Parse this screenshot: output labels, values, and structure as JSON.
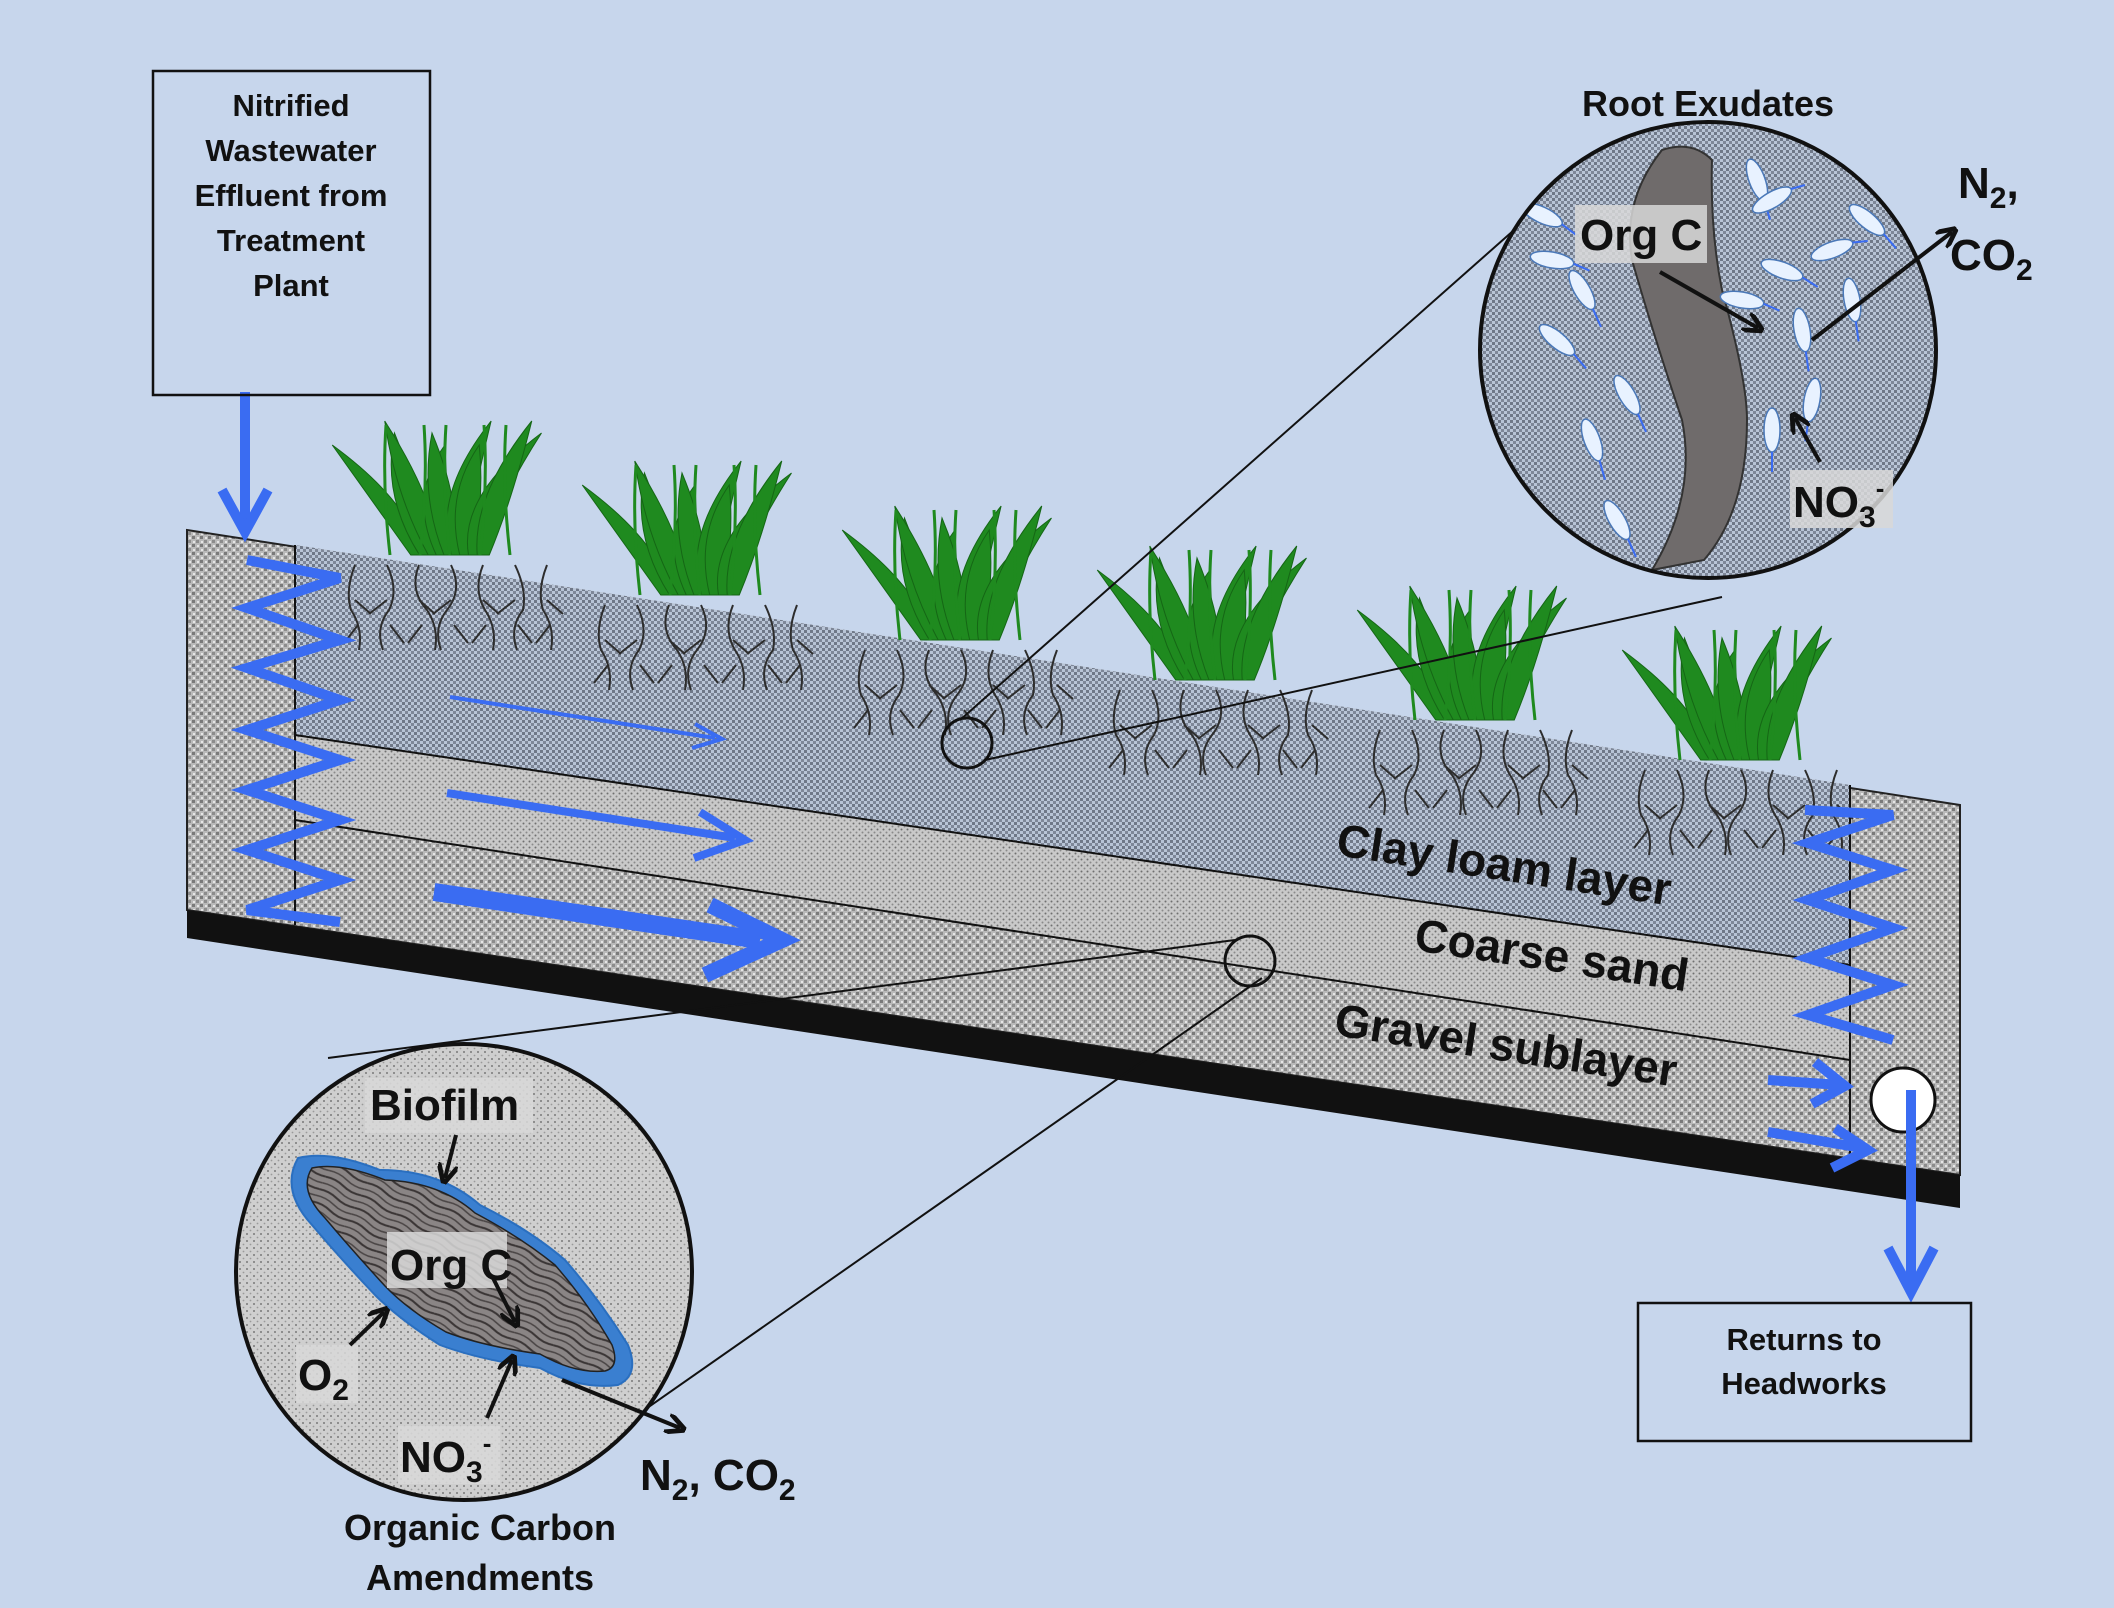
{
  "inflow_box": {
    "lines": [
      "Nitrified",
      "Wastewater",
      "Effluent from",
      "Treatment",
      "Plant"
    ]
  },
  "outflow_box": {
    "lines": [
      "Returns to",
      "Headworks"
    ]
  },
  "layers": {
    "clay": "Clay loam layer",
    "sand": "Coarse sand",
    "gravel": "Gravel sublayer"
  },
  "root_inset": {
    "title": "Root Exudates",
    "org_c": "Org C",
    "no3_main": "NO",
    "no3_sub": "3",
    "no3_sup": "-",
    "n2": "N",
    "n2_sub": "2",
    "n2_comma": ",",
    "co2": "CO",
    "co2_sub": "2"
  },
  "amendment_inset": {
    "biofilm": "Biofilm",
    "org_c": "Org C",
    "o2": "O",
    "o2_sub": "2",
    "no3_main": "NO",
    "no3_sub": "3",
    "no3_sup": "-",
    "products_n": "N",
    "products_n_sub": "2",
    "products_rest": ", CO",
    "products_co_sub": "2",
    "caption_1": "Organic Carbon",
    "caption_2": "Amendments"
  },
  "colors": {
    "background": "#c7d6ec",
    "flow_arrow": "#3a6cf2",
    "plant": "#1f8a1f",
    "biofilm": "#3a7fd0",
    "base": "#111111"
  }
}
